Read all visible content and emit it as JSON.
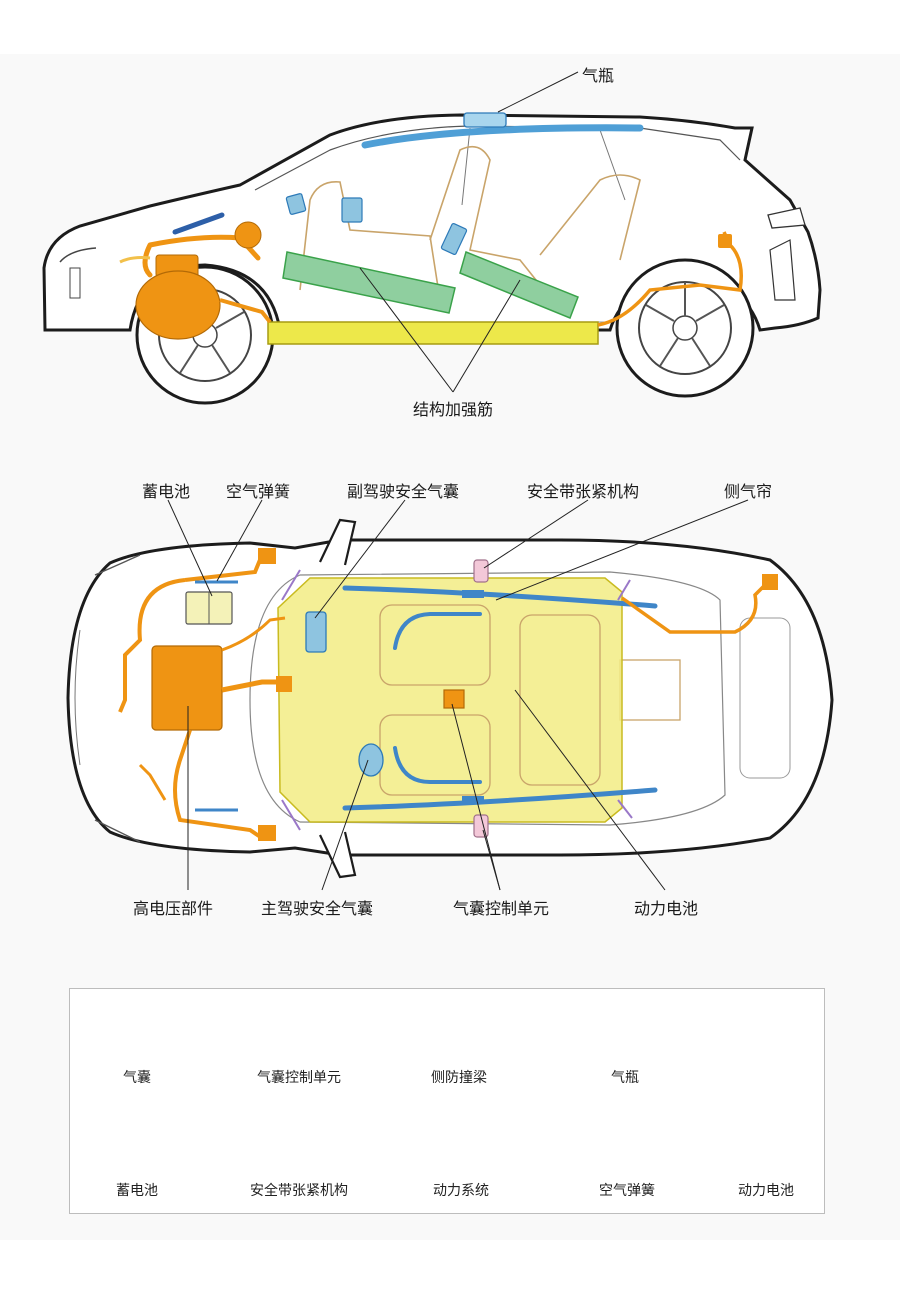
{
  "top_view_labels": {
    "gas_cylinder": "气瓶",
    "structural_reinforcement": "结构加强筋"
  },
  "plan_view_labels": {
    "battery_12v": "蓄电池",
    "air_spring": "空气弹簧",
    "passenger_airbag": "副驾驶安全气囊",
    "seatbelt_tensioner": "安全带张紧机构",
    "side_curtain": "侧气帘",
    "high_voltage": "高电压部件",
    "driver_airbag": "主驾驶安全气囊",
    "airbag_ecu": "气囊控制单元",
    "power_battery": "动力电池"
  },
  "legend": {
    "items": [
      {
        "label": "气囊",
        "icon": "airbag-swatch-icon"
      },
      {
        "label": "气囊控制单元",
        "icon": "airbag-control-unit-icon"
      },
      {
        "label": "侧防撞梁",
        "icon": "side-impact-beam-icon"
      },
      {
        "label": "气瓶",
        "icon": "gas-cylinder-icon"
      },
      {
        "label": "动力电池",
        "icon": "power-battery-icon"
      },
      {
        "label": "蓄电池",
        "icon": "battery-12v-icon"
      },
      {
        "label": "安全带张紧机构",
        "icon": "seatbelt-tensioner-icon"
      },
      {
        "label": "动力系统",
        "icon": "powertrain-warning-icon"
      },
      {
        "label": "空气弹簧",
        "icon": "air-spring-icon"
      }
    ]
  },
  "colors": {
    "airbag": "#8ec4e0",
    "airbag_stroke": "#2d7ab8",
    "powertrain": "#ef9413",
    "beam": "#8fcf9f",
    "battery_pack": "#f2ec84",
    "sill": "#ede84a",
    "pink": "#f3c8d8"
  }
}
